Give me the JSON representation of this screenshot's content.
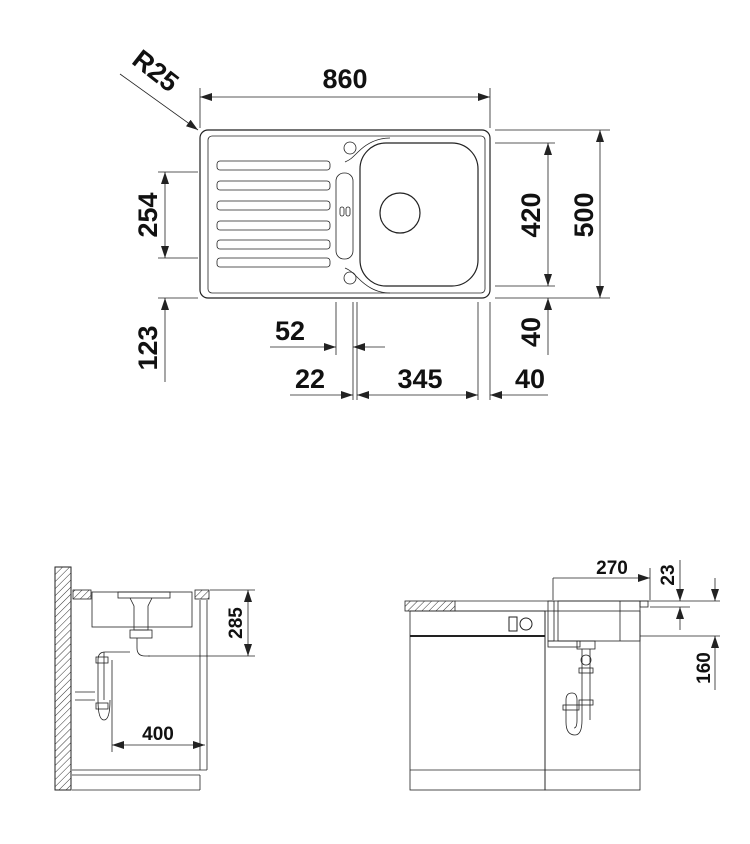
{
  "top_view": {
    "dims": {
      "radius": "R25",
      "width": "860",
      "depth": "500",
      "bowl_depth": "420",
      "drainer_offset": "254",
      "bottom_offset": "123",
      "overflow_width": "52",
      "left_gap": "22",
      "bowl_width": "345",
      "right_gap": "40",
      "bottom_gap": "40"
    }
  },
  "side_view": {
    "dims": {
      "depth_below": "285",
      "wall_distance": "400"
    }
  },
  "front_view": {
    "dims": {
      "bowl_width": "270",
      "rim_height": "23",
      "cabinet_offset": "160"
    }
  },
  "colors": {
    "line": "#222222",
    "background": "#ffffff"
  }
}
